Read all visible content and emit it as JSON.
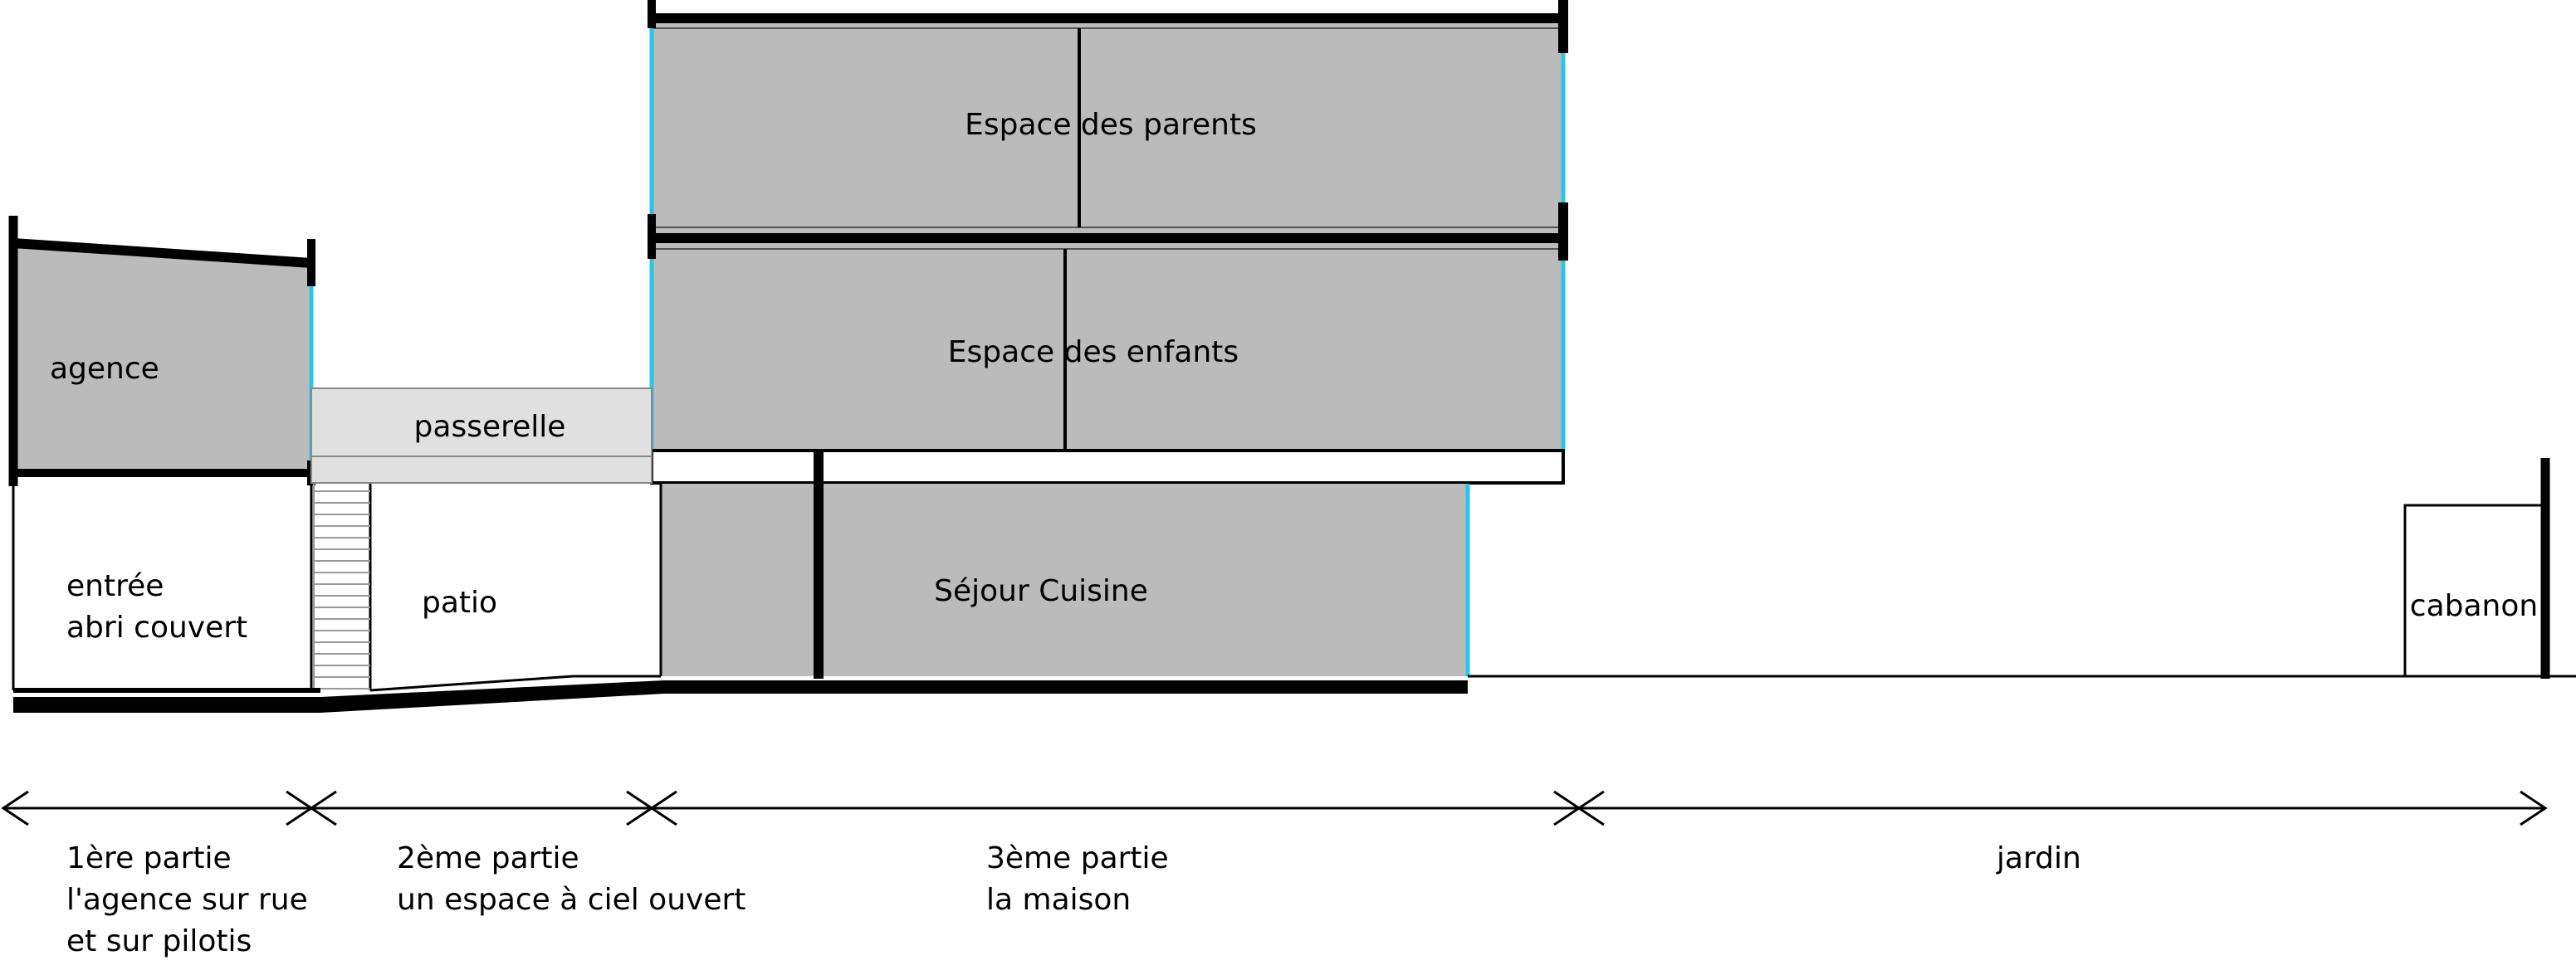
{
  "rooms": {
    "parents": "Espace des parents",
    "enfants": "Espace des enfants",
    "sejour": "Séjour Cuisine",
    "agence": "agence",
    "passerelle": "passerelle",
    "entree_line1": "entrée",
    "entree_line2": "abri couvert",
    "patio": "patio",
    "cabanon": "cabanon"
  },
  "zones": [
    {
      "line1": "1ère partie",
      "line2": "l'agence sur rue",
      "line3": "et sur pilotis"
    },
    {
      "line1": "2ème partie",
      "line2": "un espace à ciel ouvert"
    },
    {
      "line1": "3ème partie",
      "line2": "la maison"
    },
    {
      "line1": "jardin"
    }
  ],
  "colors": {
    "room_fill": "#bbbbbb",
    "walkway_fill": "#e0e0e0",
    "glazing": "#29c5e6",
    "structure": "#000000"
  }
}
